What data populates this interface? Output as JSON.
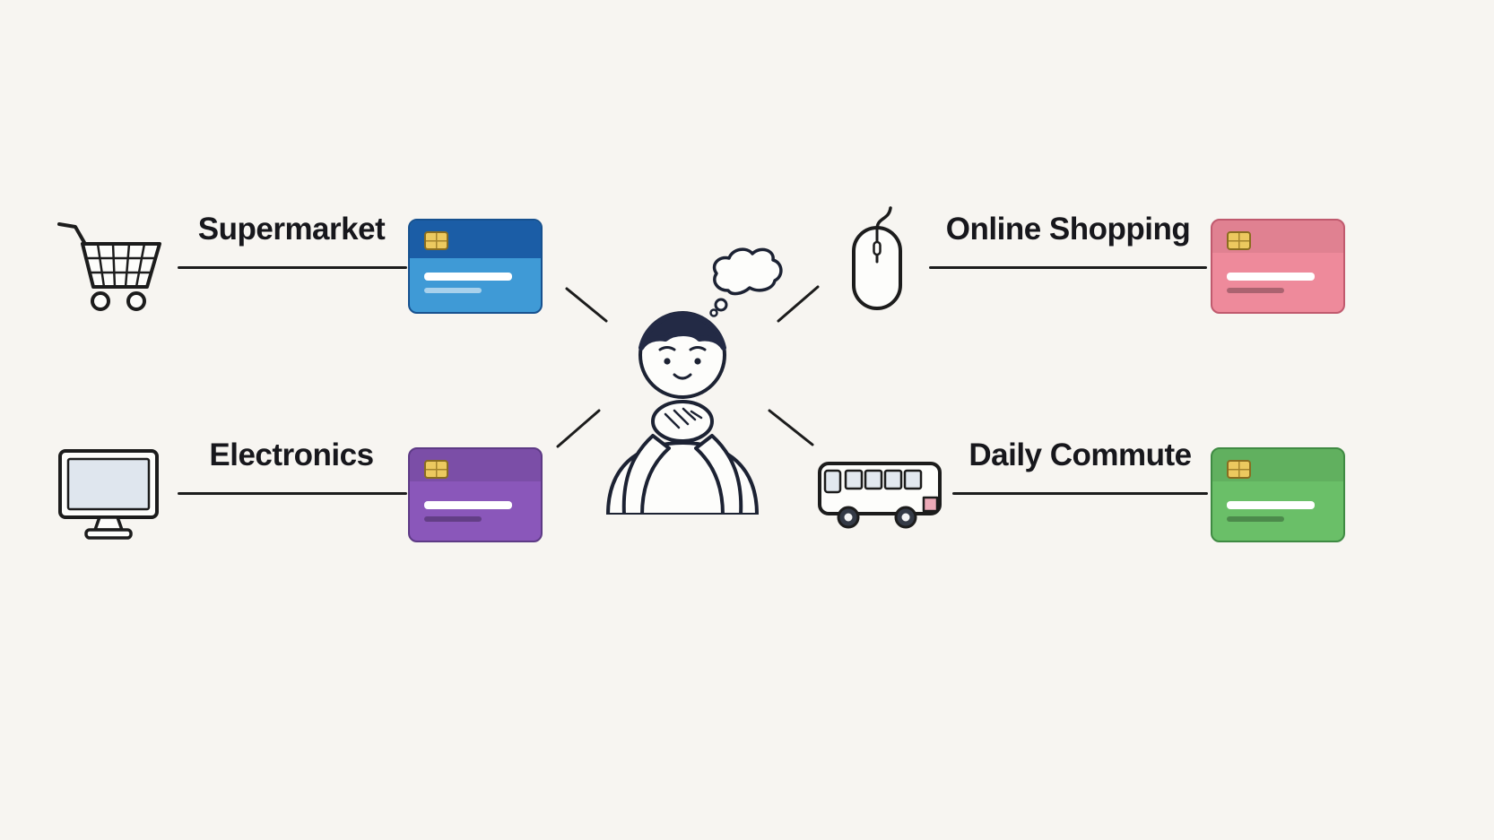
{
  "background_color": "#f7f5f1",
  "line_color": "#1c1c1c",
  "chip_color": "#ecc95f",
  "scenarios": [
    {
      "label": "Supermarket",
      "icon": "shopping-cart-icon",
      "card": "blue",
      "card_color": "#3f9ad6",
      "card_stripe_color": "#1b5da6",
      "position": "top-left"
    },
    {
      "label": "Electronics",
      "icon": "computer-monitor-icon",
      "card": "purple",
      "card_color": "#8a57ba",
      "position": "bottom-left"
    },
    {
      "label": "Online Shopping",
      "icon": "computer-mouse-icon",
      "card": "pink",
      "card_color": "#ee8a9b",
      "position": "top-right"
    },
    {
      "label": "Daily Commute",
      "icon": "bus-icon",
      "card": "green",
      "card_color": "#6abf68",
      "position": "bottom-right"
    }
  ],
  "center_figure": {
    "description": "person thinking with clasped hands",
    "thought_bubble": true
  }
}
